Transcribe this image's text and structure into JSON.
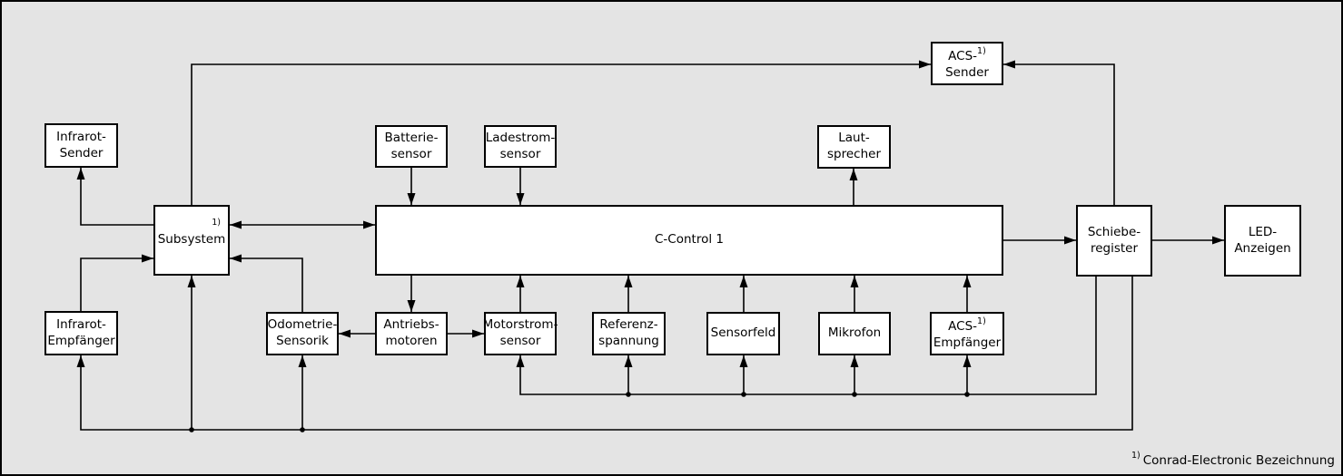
{
  "diagram_title": "C-Control 1 Robot Block Diagram",
  "colors": {
    "background": "#e4e4e4",
    "box_fill": "#ffffff",
    "line": "#000000"
  },
  "boxes": {
    "infrarot_sender": {
      "line1": "Infrarot-",
      "line2": "Sender"
    },
    "acs_sender": {
      "line1": "ACS-",
      "sup": "1)",
      "line2": "Sender"
    },
    "batterie_sensor": {
      "line1": "Batterie-",
      "line2": "sensor"
    },
    "ladestrom_sensor": {
      "line1": "Ladestrom-",
      "line2": "sensor"
    },
    "laut_sprecher": {
      "line1": "Laut-",
      "line2": "sprecher"
    },
    "subsystem": {
      "sup": "1)",
      "line1": "Subsystem"
    },
    "c_control": {
      "line1": "C-Control 1"
    },
    "schiebe_register": {
      "line1": "Schiebe-",
      "line2": "register"
    },
    "led_anzeigen": {
      "line1": "LED-",
      "line2": "Anzeigen"
    },
    "infrarot_empfaenger": {
      "line1": "Infrarot-",
      "line2": "Empfänger"
    },
    "odometrie_sensorik": {
      "line1": "Odometrie-",
      "line2": "Sensorik"
    },
    "antriebs_motoren": {
      "line1": "Antriebs-",
      "line2": "motoren"
    },
    "motorstrom_sensor": {
      "line1": "Motorstrom-",
      "line2": "sensor"
    },
    "referenz_spannung": {
      "line1": "Referenz-",
      "line2": "spannung"
    },
    "sensorfeld": {
      "line1": "Sensorfeld"
    },
    "mikrofon": {
      "line1": "Mikrofon"
    },
    "acs_empfaenger": {
      "line1": "ACS-",
      "sup": "1)",
      "line2": "Empfänger"
    }
  },
  "footnote": {
    "sup": "1)",
    "text": "Conrad-Electronic Bezeichnung"
  }
}
